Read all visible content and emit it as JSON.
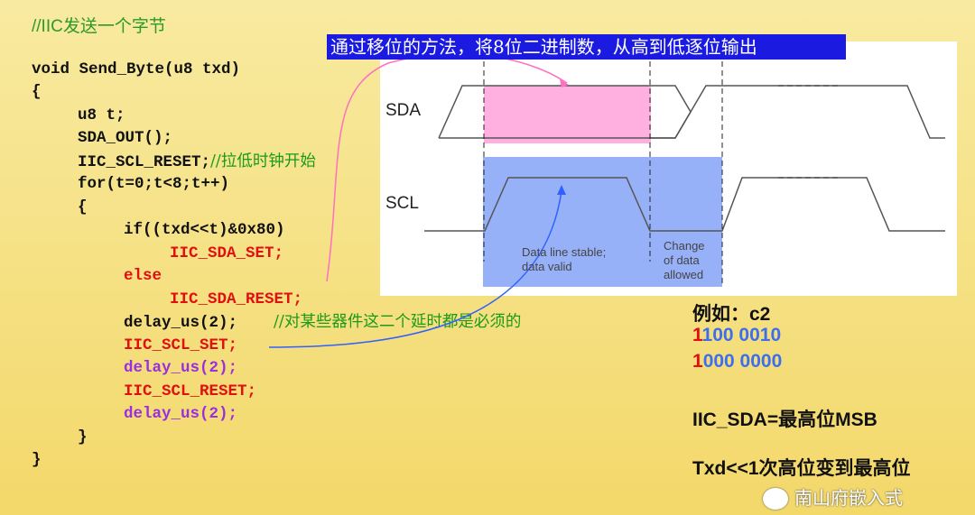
{
  "title_comment": "//IIC发送一个字节",
  "banner": "通过移位的方法，将8位二进制数，从高到低逐位输出",
  "code": [
    {
      "text": "void Send_Byte(u8 txd)",
      "indent": 0,
      "color": "black"
    },
    {
      "text": "{",
      "indent": 0,
      "color": "black"
    },
    {
      "text": "u8 t;",
      "indent": 1,
      "color": "black"
    },
    {
      "text": "SDA_OUT();",
      "indent": 1,
      "color": "black"
    },
    {
      "text": "IIC_SCL_RESET;",
      "indent": 1,
      "color": "black",
      "comment": "//拉低时钟开始"
    },
    {
      "text": "for(t=0;t<8;t++)",
      "indent": 1,
      "color": "black"
    },
    {
      "text": "{",
      "indent": 1,
      "color": "black"
    },
    {
      "text": "if((txd<<t)&0x80)",
      "indent": 2,
      "color": "black"
    },
    {
      "text": "IIC_SDA_SET;",
      "indent": 3,
      "color": "red"
    },
    {
      "text": "else",
      "indent": 2,
      "color": "red"
    },
    {
      "text": "IIC_SDA_RESET;",
      "indent": 3,
      "color": "red"
    },
    {
      "text": "delay_us(2);",
      "indent": 2,
      "color": "black",
      "comment": "//对某些器件这二个延时都是必须的"
    },
    {
      "text": "IIC_SCL_SET;",
      "indent": 2,
      "color": "red"
    },
    {
      "text": "delay_us(2);",
      "indent": 2,
      "color": "purple"
    },
    {
      "text": "IIC_SCL_RESET;",
      "indent": 2,
      "color": "red"
    },
    {
      "text": "delay_us(2);",
      "indent": 2,
      "color": "purple"
    },
    {
      "text": "}",
      "indent": 1,
      "color": "black"
    },
    {
      "text": "}",
      "indent": 0,
      "color": "black"
    }
  ],
  "diagram": {
    "sda_label": "SDA",
    "scl_label": "SCL",
    "stable_note_1": "Data line stable;",
    "stable_note_2": "data valid",
    "change_note_1": "Change",
    "change_note_2": "of data",
    "change_note_3": "allowed",
    "colors": {
      "stable_sda": "#ffb0e0",
      "stable_scl": "#8ca8f8"
    }
  },
  "notes": {
    "example": "例如：c2",
    "bin1_first": "1",
    "bin1_rest": "100 0010",
    "bin2_first": "1",
    "bin2_rest": "000 0000",
    "msb": "IIC_SDA=最高位MSB",
    "shift": "Txd<<1次高位变到最高位",
    "watermark": "南山府嵌入式"
  }
}
